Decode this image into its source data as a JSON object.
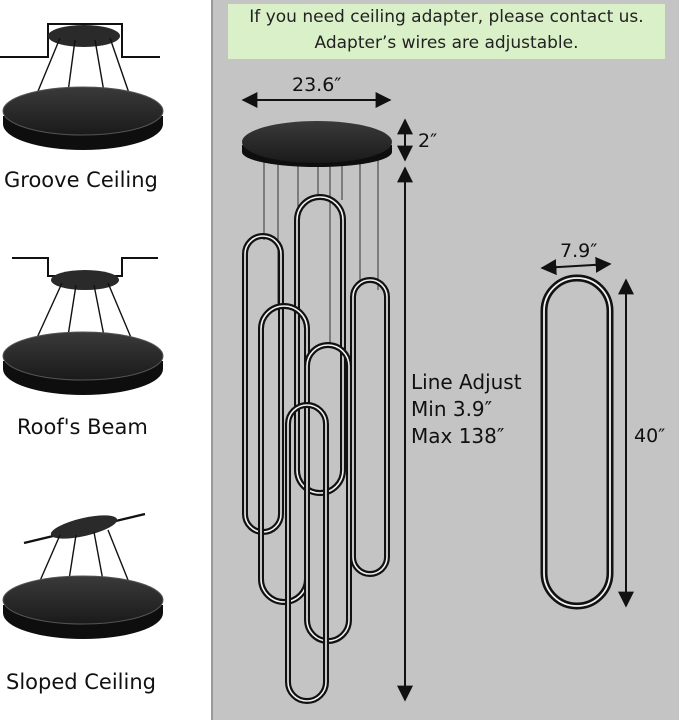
{
  "left_panel": {
    "installations": [
      {
        "caption": "Groove Ceiling"
      },
      {
        "caption": "Roof's Beam"
      },
      {
        "caption": "Sloped Ceiling"
      }
    ]
  },
  "right_panel": {
    "background": "#c4c4c4",
    "notice": {
      "line1": "If you need ceiling adapter, please contact us.",
      "line2": "Adapter’s wires are adjustable.",
      "background": "#d9f0c8"
    },
    "dimensions": {
      "canopy_width": "23.6″",
      "canopy_height": "2″",
      "line_adjust_title": "Line Adjust",
      "line_adjust_min": "Min 3.9″",
      "line_adjust_max": "Max 138″",
      "ring_width": "7.9″",
      "ring_height": "40″"
    }
  }
}
